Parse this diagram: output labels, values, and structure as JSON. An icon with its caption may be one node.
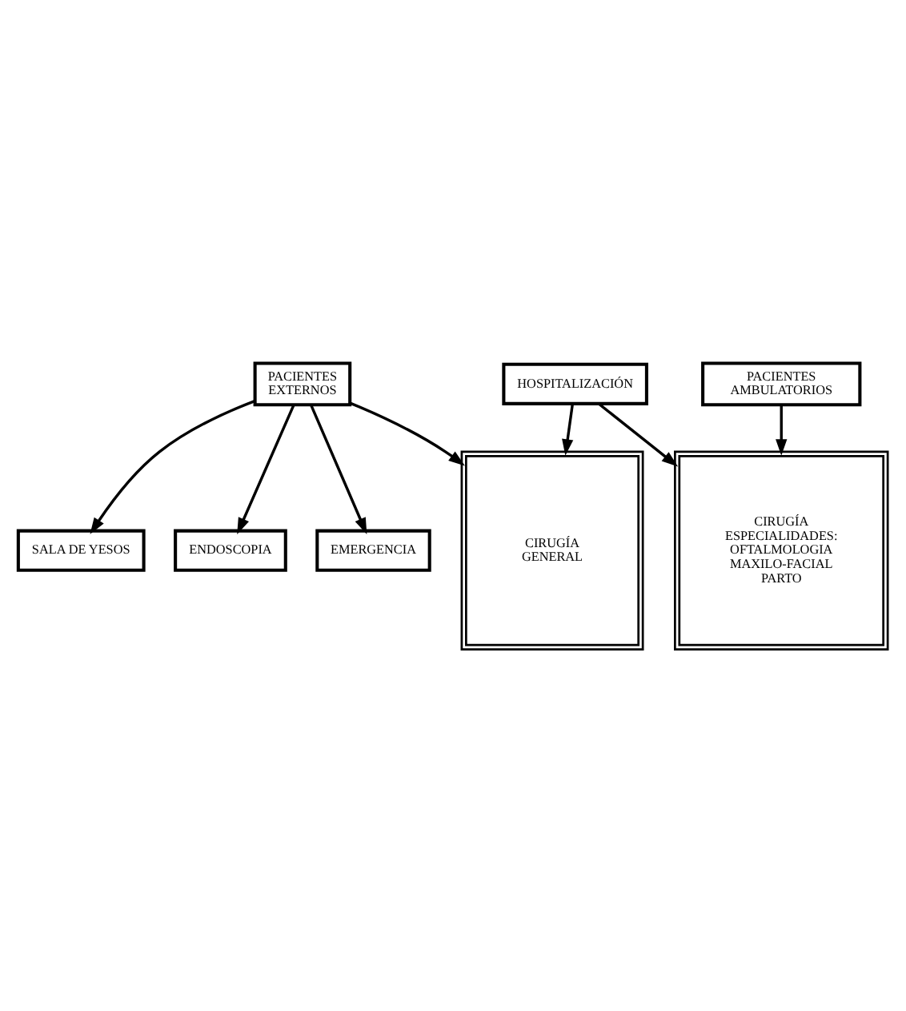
{
  "diagram": {
    "nodes": [
      {
        "text": [
          "SALA DE YESOS"
        ]
      },
      {
        "text": [
          "ENDOSCOPIA"
        ]
      },
      {
        "text": [
          "PACIENTES EXTERNOS"
        ]
      },
      {
        "text": [
          "EMERGENCIA"
        ]
      },
      {
        "text": [
          "HOSPITALIZACIÓN"
        ]
      },
      {
        "text": [
          "PACIENTES AMBULATORIOS"
        ]
      },
      {
        "text": [
          "CIRUGÍA ESPECIALIDADES: OFTALMOLOGIA MAXILO-FACIAL PARTO"
        ]
      },
      {
        "text": [
          "CIRUGÍA GENERAL"
        ]
      }
    ],
    "edges": [
      {
        "from": 2,
        "to": 0,
        "arrow": "to"
      },
      {
        "from": 2,
        "to": 1,
        "arrow": "to"
      },
      {
        "from": 2,
        "to": 3,
        "arrow": "to"
      },
      {
        "from": 2,
        "to": 7,
        "arrow": "to"
      },
      {
        "from": 5,
        "to": 6,
        "arrow": "to"
      },
      {
        "from": 4,
        "to": 6,
        "arrow": "to"
      },
      {
        "from": 4,
        "to": 7,
        "arrow": "to"
      }
    ]
  }
}
